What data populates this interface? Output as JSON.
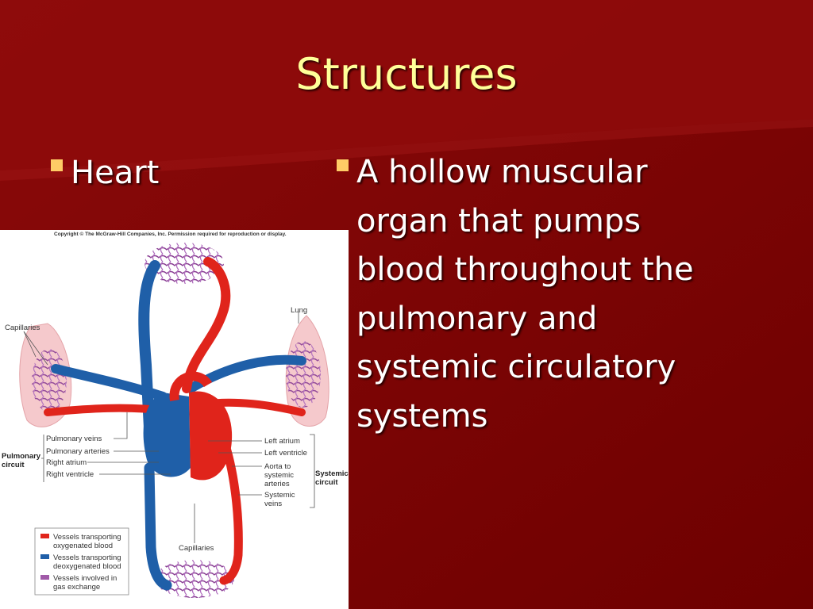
{
  "slide": {
    "title": "Structures",
    "bullets": [
      {
        "text": "Heart"
      },
      {
        "lines": [
          "A hollow muscular",
          "organ that pumps",
          "blood throughout the",
          "pulmonary and",
          "systemic circulatory",
          "systems"
        ]
      }
    ]
  },
  "diagram": {
    "copyright": "Copyright © The McGraw-Hill Companies, Inc. Permission required for reproduction or display.",
    "labels": {
      "lung": "Lung",
      "capillaries_top": "Capillaries",
      "capillaries_bottom": "Capillaries",
      "pulmonary_veins": "Pulmonary veins",
      "pulmonary_arteries": "Pulmonary arteries",
      "right_atrium": "Right atrium",
      "right_ventricle": "Right ventricle",
      "left_atrium": "Left atrium",
      "left_ventricle": "Left ventricle",
      "aorta": [
        "Aorta to",
        "systemic",
        "arteries"
      ],
      "systemic_veins": [
        "Systemic",
        "veins"
      ],
      "pulmonary_circuit": [
        "Pulmonary",
        "circuit"
      ],
      "systemic_circuit": [
        "Systemic",
        "circuit"
      ]
    },
    "legend": [
      {
        "color": "#e0241b",
        "lines": [
          "Vessels transporting",
          "oxygenated blood"
        ]
      },
      {
        "color": "#1f5fa8",
        "lines": [
          "Vessels transporting",
          "deoxygenated blood"
        ]
      },
      {
        "color": "#a05aa8",
        "lines": [
          "Vessels involved in",
          "gas exchange"
        ]
      }
    ]
  },
  "colors": {
    "background": "#7a0000",
    "title": "#ffff99",
    "bullet": "#ffcc66",
    "text": "#ffffff"
  }
}
